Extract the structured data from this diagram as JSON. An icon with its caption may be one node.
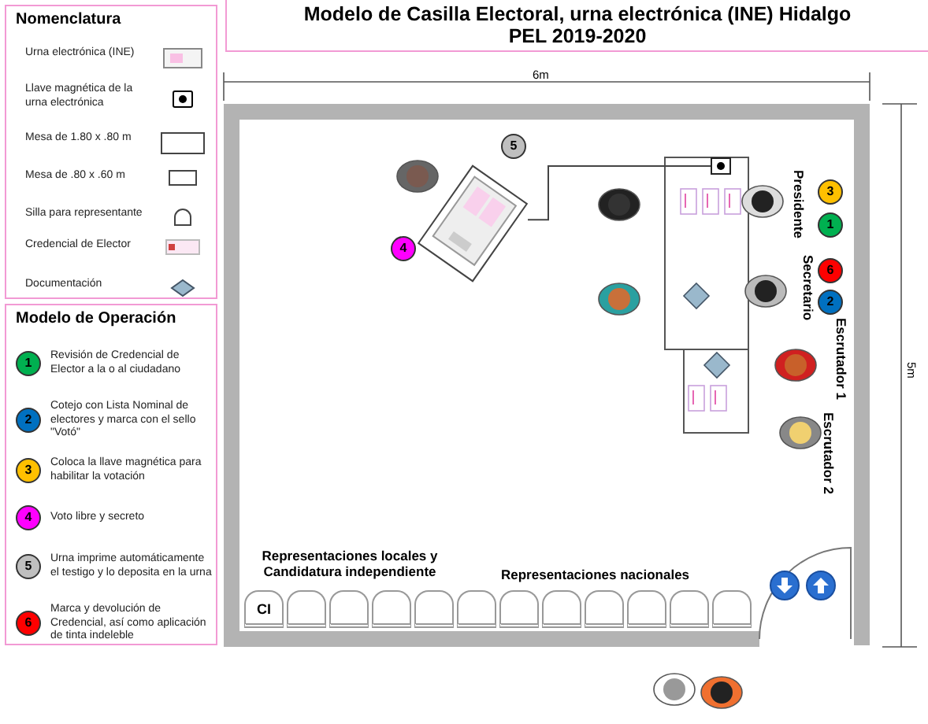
{
  "diagram": {
    "title": "Modelo de Casilla Electoral, urna electrónica (INE) Hidalgo PEL 2019-2020",
    "nodes": [
      {
        "text": [
          "Nomenclatura"
        ]
      },
      {
        "text": [
          "Modelo de Operación"
        ]
      },
      {
        "text": [
          "1"
        ],
        "in": 1,
        "beside": [
          "Revisión de Credencial de Elector a la o al ciudadano"
        ]
      },
      {
        "text": [
          "2"
        ],
        "in": 1,
        "beside": [
          "Cotejo con Lista Nominal de electores y marca con el sello \"Votó\""
        ]
      },
      {
        "text": [
          "3"
        ],
        "in": 1,
        "beside": [
          "Coloca la llave magnética para habilitar la votación"
        ]
      },
      {
        "text": [
          "4"
        ],
        "in": 1,
        "beside": [
          "Voto libre y secreto"
        ]
      },
      {
        "text": [
          "5"
        ],
        "in": 1,
        "beside": [
          "Urna imprime automáticamente el testigo y lo deposita en la urna"
        ]
      },
      {
        "text": [
          "6"
        ],
        "in": 1,
        "beside": [
          "Marca y devolución de Credencial, así como aplicación de tinta indeleble"
        ]
      },
      {
        "text": [],
        "shape": "picture"
      },
      {
        "text": [
          "5"
        ]
      },
      {
        "text": [
          "4"
        ]
      },
      {
        "text": [],
        "shape": "box"
      },
      {
        "text": [
          "3"
        ]
      },
      {
        "text": [
          "1"
        ]
      },
      {
        "text": [
          "6"
        ]
      },
      {
        "text": [
          "2"
        ]
      },
      {
        "text": [
          "CI"
        ]
      },
      {
        "text": [],
        "shape": "chair"
      },
      {
        "text": [],
        "shape": "chair"
      },
      {
        "text": [],
        "shape": "chair"
      },
      {
        "text": [],
        "shape": "chair"
      },
      {
        "text": [],
        "shape": "chair"
      },
      {
        "text": [],
        "shape": "chair"
      },
      {
        "text": [],
        "shape": "chair"
      },
      {
        "text": [],
        "shape": "chair"
      },
      {
        "text": [],
        "shape": "chair"
      },
      {
        "text": [],
        "shape": "chair"
      },
      {
        "text": [],
        "shape": "chair"
      }
    ],
    "edges": [
      {
        "from": 8,
        "to": 11,
        "arrow": "none"
      }
    ],
    "labels": [
      "6m",
      "5m",
      "Presidente",
      "Secretario",
      "Escrutador 1",
      "Escrutador 2",
      "Representaciones locales y Candidatura independiente",
      "Representaciones nacionales"
    ],
    "legend": [
      {
        "text": "Urna electrónica (INE)"
      },
      {
        "text": "Llave magnética de la urna electrónica"
      },
      {
        "text": "Mesa de 1.80 x .80 m"
      },
      {
        "text": "Mesa de .80 x .60 m"
      },
      {
        "text": "Silla para representante"
      },
      {
        "text": "Credencial de Elector"
      },
      {
        "text": "Documentación"
      }
    ]
  }
}
